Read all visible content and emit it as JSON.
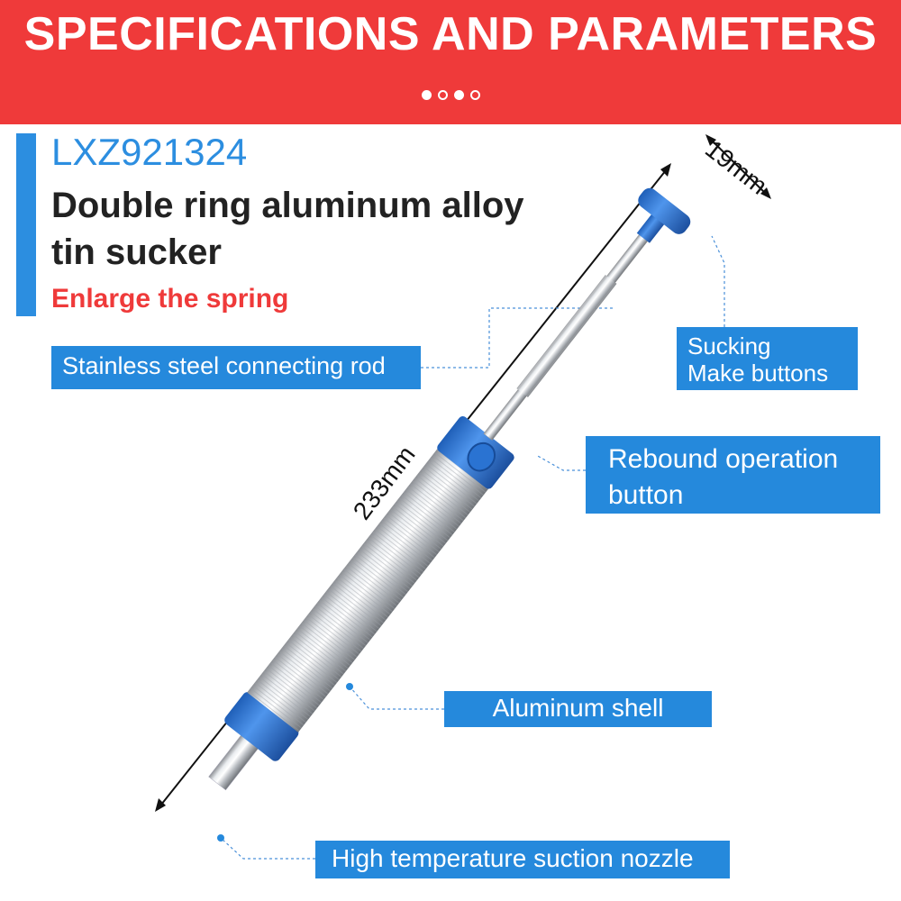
{
  "banner": {
    "title": "SPECIFICATIONS AND PARAMETERS",
    "color": "#ef3a3a",
    "pager": [
      "filled",
      "hollow",
      "filled",
      "hollow"
    ]
  },
  "product": {
    "model": "LXZ921324",
    "name": "Double ring aluminum alloy tin sucker",
    "feature": "Enlarge the spring"
  },
  "dimensions": {
    "length": "233mm",
    "width": "19mm"
  },
  "callouts": {
    "rod": "Stainless steel connecting rod",
    "sucking_line1": "Sucking",
    "sucking_line2": "Make buttons",
    "rebound_line1": "Rebound operation",
    "rebound_line2": "button",
    "shell": "Aluminum shell",
    "nozzle": "High temperature suction nozzle"
  },
  "colors": {
    "accent_blue": "#2589dc",
    "feature_red": "#ef3a3a"
  }
}
